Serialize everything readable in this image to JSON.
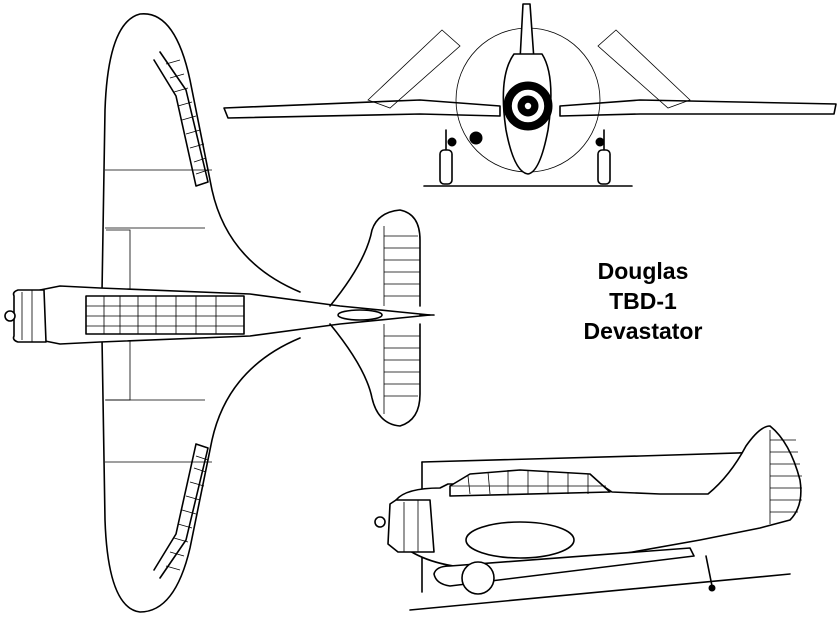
{
  "caption": {
    "line1": "Douglas",
    "line2": "TBD-1",
    "line3": "Devastator"
  },
  "colors": {
    "ink": "#000000",
    "paper": "#ffffff"
  }
}
